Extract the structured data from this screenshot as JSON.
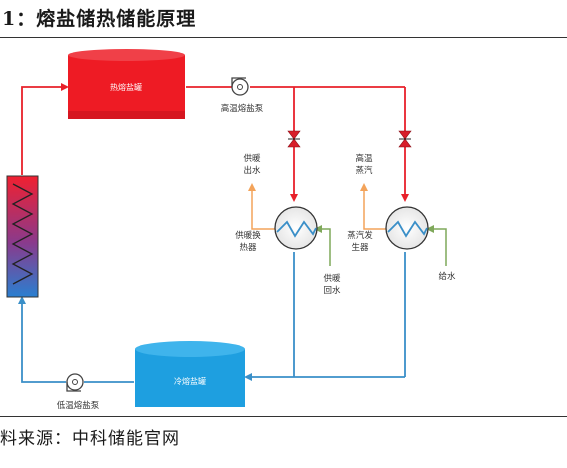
{
  "title": "1：熔盐储热储能原理",
  "source": "料来源：中科储能官网",
  "labels": {
    "hot_tank": "热熔盐罐",
    "cold_tank": "冷熔盐罐",
    "hot_pump": "高温熔盐泵",
    "cold_pump": "低温熔盐泵",
    "heating_supply_water": [
      "供暖",
      "出水"
    ],
    "heating_exchanger": [
      "供暖换",
      "热器"
    ],
    "heating_return_water": [
      "供暖",
      "回水"
    ],
    "hightemp_steam": [
      "高温",
      "蒸汽"
    ],
    "steam_generator": [
      "蒸汽发",
      "生器"
    ],
    "feed_water": "给水"
  },
  "colors": {
    "hot_line": "#e8202a",
    "cold_line": "#3a8fc8",
    "heating_line": "#f3a35a",
    "feedwater_line": "#7fa85a",
    "hot_tank": "#ee1b24",
    "cold_tank": "#1e9fe0",
    "valve": "#d81e2a"
  },
  "icons": {
    "pump": "centrifugal-pump-icon",
    "valve": "gate-valve-icon",
    "heat_exchanger": "coil-heat-exchanger-icon",
    "heater": "electric-heater-icon"
  }
}
